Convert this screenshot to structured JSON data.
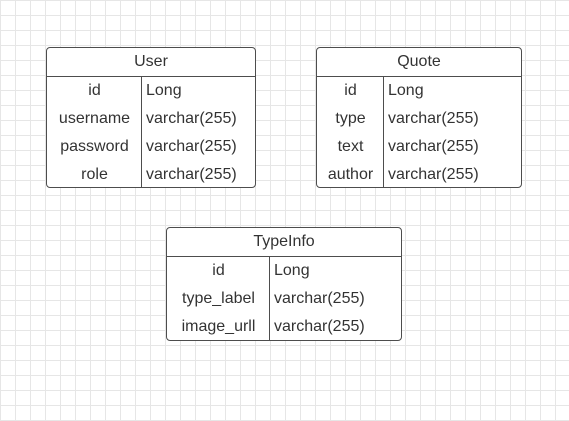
{
  "entities": [
    {
      "id": "entity-user",
      "name": "User",
      "fields": [
        {
          "name": "id",
          "type": "Long"
        },
        {
          "name": "username",
          "type": "varchar(255)"
        },
        {
          "name": "password",
          "type": "varchar(255)"
        },
        {
          "name": "role",
          "type": "varchar(255)"
        }
      ]
    },
    {
      "id": "entity-quote",
      "name": "Quote",
      "fields": [
        {
          "name": "id",
          "type": "Long"
        },
        {
          "name": "type",
          "type": "varchar(255)"
        },
        {
          "name": "text",
          "type": "varchar(255)"
        },
        {
          "name": "author",
          "type": "varchar(255)"
        }
      ]
    },
    {
      "id": "entity-typeinfo",
      "name": "TypeInfo",
      "fields": [
        {
          "name": "id",
          "type": "Long"
        },
        {
          "name": "type_label",
          "type": "varchar(255)"
        },
        {
          "name": "image_urll",
          "type": "varchar(255)"
        }
      ]
    }
  ]
}
